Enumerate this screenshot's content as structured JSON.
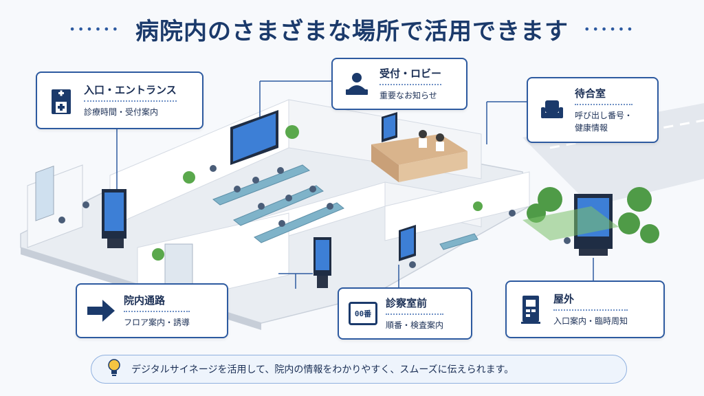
{
  "title": "病院内のさまざまな場所で活用できます",
  "title_dots": "••••••",
  "callouts": {
    "entrance": {
      "title": "入口・エントランス",
      "desc": "診療時間・受付案内",
      "icon": "hospital-building-icon"
    },
    "reception": {
      "title": "受付・ロビー",
      "desc": "重要なお知らせ",
      "icon": "receptionist-icon"
    },
    "waiting": {
      "title": "待合室",
      "desc1": "呼び出し番号・",
      "desc2": "健康情報",
      "icon": "chair-icon"
    },
    "corridor": {
      "title": "院内通路",
      "desc": "フロア案内・誘導",
      "icon": "arrow-right-icon"
    },
    "exam": {
      "title": "診察室前",
      "desc": "順番・検査案内",
      "icon": "number-display-icon",
      "icon_text": "00番"
    },
    "outdoor": {
      "title": "屋外",
      "desc": "入口案内・臨時周知",
      "icon": "outdoor-signage-icon"
    }
  },
  "banner": {
    "text": "デジタルサイネージを活用して、院内の情報をわかりやすく、スムーズに伝えられます。",
    "icon": "lightbulb-icon"
  },
  "colors": {
    "navy": "#1b3a6b",
    "accent": "#2d5aa0",
    "screen": "#3d7fd6",
    "seat": "#7fb3c9",
    "floor": "#e9edf2",
    "wall": "#ffffff"
  }
}
